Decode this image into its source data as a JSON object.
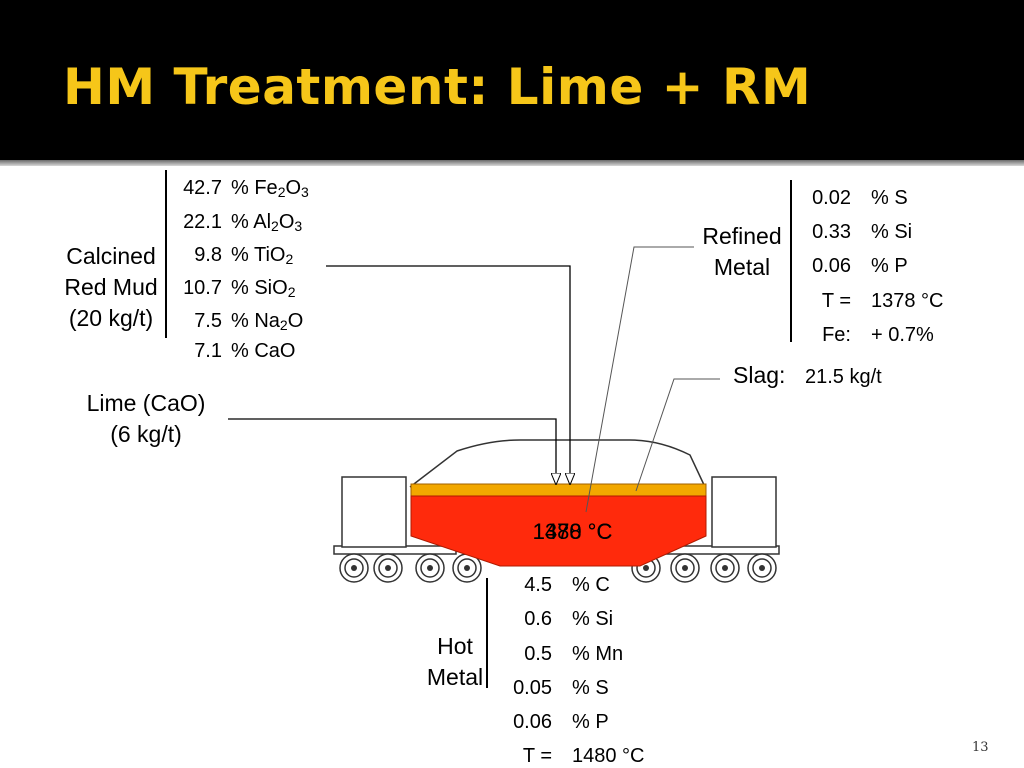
{
  "title": "HM Treatment: Lime  + RM",
  "red_mud": {
    "label_lines": [
      "Calcined",
      "Red Mud",
      "(20 kg/t)"
    ],
    "rows": [
      {
        "value": "42.7",
        "pre": "% Fe",
        "sub1": "2",
        "mid": "O",
        "sub2": "3"
      },
      {
        "value": "22.1",
        "pre": "% Al",
        "sub1": "2",
        "mid": "O",
        "sub2": "3"
      },
      {
        "value": "9.8",
        "pre": "% TiO",
        "sub1": "2",
        "mid": "",
        "sub2": ""
      },
      {
        "value": "10.7",
        "pre": "% SiO",
        "sub1": "2",
        "mid": "",
        "sub2": ""
      },
      {
        "value": "7.5",
        "pre": "% Na",
        "sub1": "2",
        "mid": "O",
        "sub2": ""
      },
      {
        "value": "7.1",
        "pre": "% CaO",
        "sub1": "",
        "mid": "",
        "sub2": ""
      }
    ]
  },
  "lime": {
    "label_lines": [
      "Lime (CaO)",
      "(6 kg/t)"
    ]
  },
  "refined_metal": {
    "label_lines": [
      "Refined",
      "Metal"
    ],
    "rows": [
      {
        "value": "0.02",
        "unit": "% S"
      },
      {
        "value": "0.33",
        "unit": "% Si"
      },
      {
        "value": "0.06",
        "unit": "% P"
      },
      {
        "value": "T =",
        "unit": "1378 °C"
      },
      {
        "value": "Fe:",
        "unit": "+ 0.7%"
      }
    ]
  },
  "slag": {
    "label": "Slag:",
    "value": "21.5 kg/t"
  },
  "ladle_temps": [
    "1378 °C",
    "1480 °C"
  ],
  "hot_metal": {
    "label_lines": [
      "Hot",
      "Metal"
    ],
    "rows": [
      {
        "value": "4.5",
        "unit": "% C"
      },
      {
        "value": "0.6",
        "unit": "% Si"
      },
      {
        "value": "0.5",
        "unit": "% Mn"
      },
      {
        "value": "0.05",
        "unit": "% S"
      },
      {
        "value": "0.06",
        "unit": "% P"
      },
      {
        "value": "T =",
        "unit": "1480 °C"
      }
    ]
  },
  "page_number": "13",
  "colors": {
    "title": "#f6c619",
    "molten_metal": "#ff2a0c",
    "slag_layer": "#f2a800"
  }
}
